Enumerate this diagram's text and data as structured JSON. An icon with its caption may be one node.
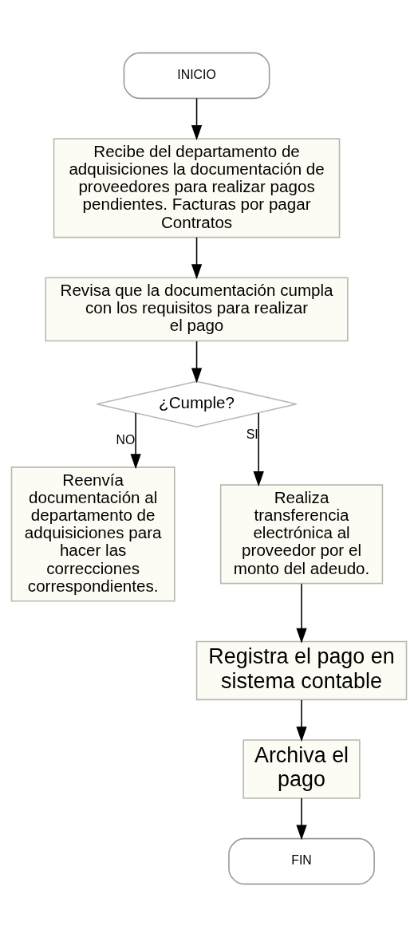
{
  "diagram": {
    "nodes": [
      {
        "text": [
          "INICIO"
        ]
      },
      {
        "text": [
          "Recibe del departamento de adquisiciones la documentación de proveedores para realizar pagos pendientes. Facturas por pagar Contratos"
        ]
      },
      {
        "text": [
          "Revisa que la documentación cumpla con los requisitos para realizar el pago"
        ]
      },
      {
        "text": [
          "¿Cumple?"
        ]
      },
      {
        "text": [
          "Reenvía documentación al departamento de adquisiciones para hacer las correcciones correspondientes."
        ]
      },
      {
        "text": [
          "Realiza transferencia electrónica al proveedor por el monto del adeudo."
        ]
      },
      {
        "text": [
          "Registra el pago en sistema contable"
        ]
      },
      {
        "text": [
          "Archiva el pago"
        ]
      },
      {
        "text": [
          "FIN"
        ]
      }
    ],
    "edges": [
      {
        "from": 0,
        "to": 1,
        "arrow": "to"
      },
      {
        "from": 1,
        "to": 2,
        "arrow": "to"
      },
      {
        "from": 2,
        "to": 3,
        "arrow": "to"
      },
      {
        "from": 3,
        "to": 4,
        "arrow": "to",
        "label": "NO"
      },
      {
        "from": 3,
        "to": 5,
        "arrow": "to",
        "label": "SI"
      },
      {
        "from": 5,
        "to": 6,
        "arrow": "to"
      },
      {
        "from": 6,
        "to": 7,
        "arrow": "to"
      },
      {
        "from": 7,
        "to": 8,
        "arrow": "to"
      }
    ]
  }
}
